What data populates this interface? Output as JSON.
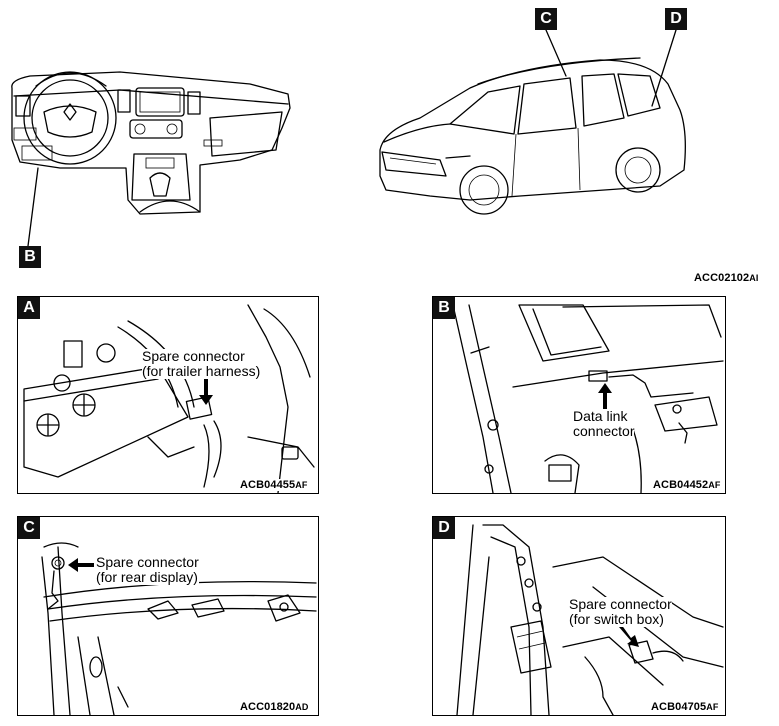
{
  "overview": {
    "figure_code": "ACC02102",
    "figure_code_suffix": "AI",
    "callouts": {
      "b": "B",
      "c": "C",
      "d": "D"
    }
  },
  "panels": {
    "a": {
      "tag": "A",
      "label_line1": "Spare connector",
      "label_line2": "(for trailer harness)",
      "code": "ACB04455",
      "code_suffix": "AF"
    },
    "b": {
      "tag": "B",
      "label_line1": "Data link",
      "label_line2": "connector",
      "code": "ACB04452",
      "code_suffix": "AF"
    },
    "c": {
      "tag": "C",
      "label_line1": "Spare connector",
      "label_line2": "(for rear display)",
      "code": "ACC01820",
      "code_suffix": "AD"
    },
    "d": {
      "tag": "D",
      "label_line1": "Spare connector",
      "label_line2": "(for switch box)",
      "code": "ACB04705",
      "code_suffix": "AF"
    }
  }
}
